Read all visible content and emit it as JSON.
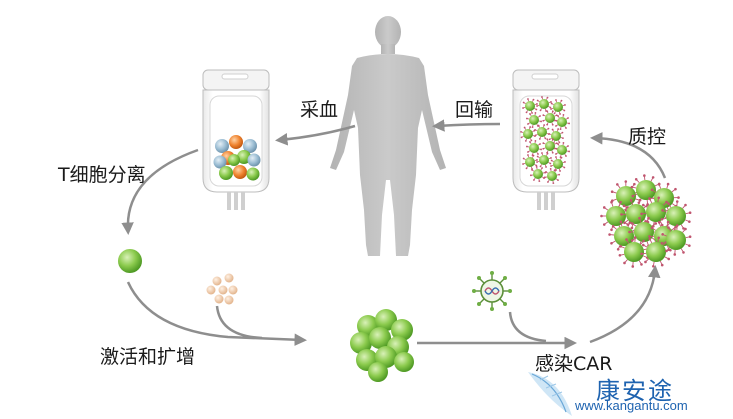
{
  "labels": {
    "collect_blood": "采血",
    "infusion": "回输",
    "t_cell_separation": "T细胞分离",
    "quality_control": "质控",
    "activation_expansion": "激活和扩增",
    "car_transduction": "感染CAR"
  },
  "watermark": {
    "brand": "康安途",
    "url": "www.kangantu.com"
  },
  "colors": {
    "arrow": "#8e8e8e",
    "body": "#bdbdbd",
    "green_cell": "#7cc142",
    "orange_cell": "#ee7d2d",
    "blue_cell": "#8fb6cf",
    "receptor": "#c0566f",
    "peach_bead": "#f0c9a8",
    "watermark": "#1e63b0"
  }
}
